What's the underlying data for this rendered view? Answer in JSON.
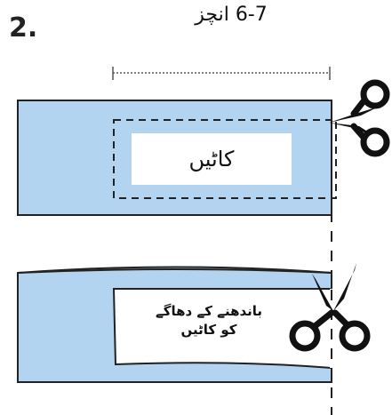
{
  "step_number": "2.",
  "dimension_label": "6-7 انچز",
  "panel_top": {
    "cut_label": "کاٹیں"
  },
  "panel_bottom": {
    "cut_label_line1": "باندھنے کے دھاگے",
    "cut_label_line2": "کو کاٹیں"
  },
  "colors": {
    "fabric": "#b2d4f0",
    "outline": "#222222",
    "cut_window": "#ffffff"
  },
  "icons": [
    "scissors-icon",
    "scissors-icon"
  ]
}
